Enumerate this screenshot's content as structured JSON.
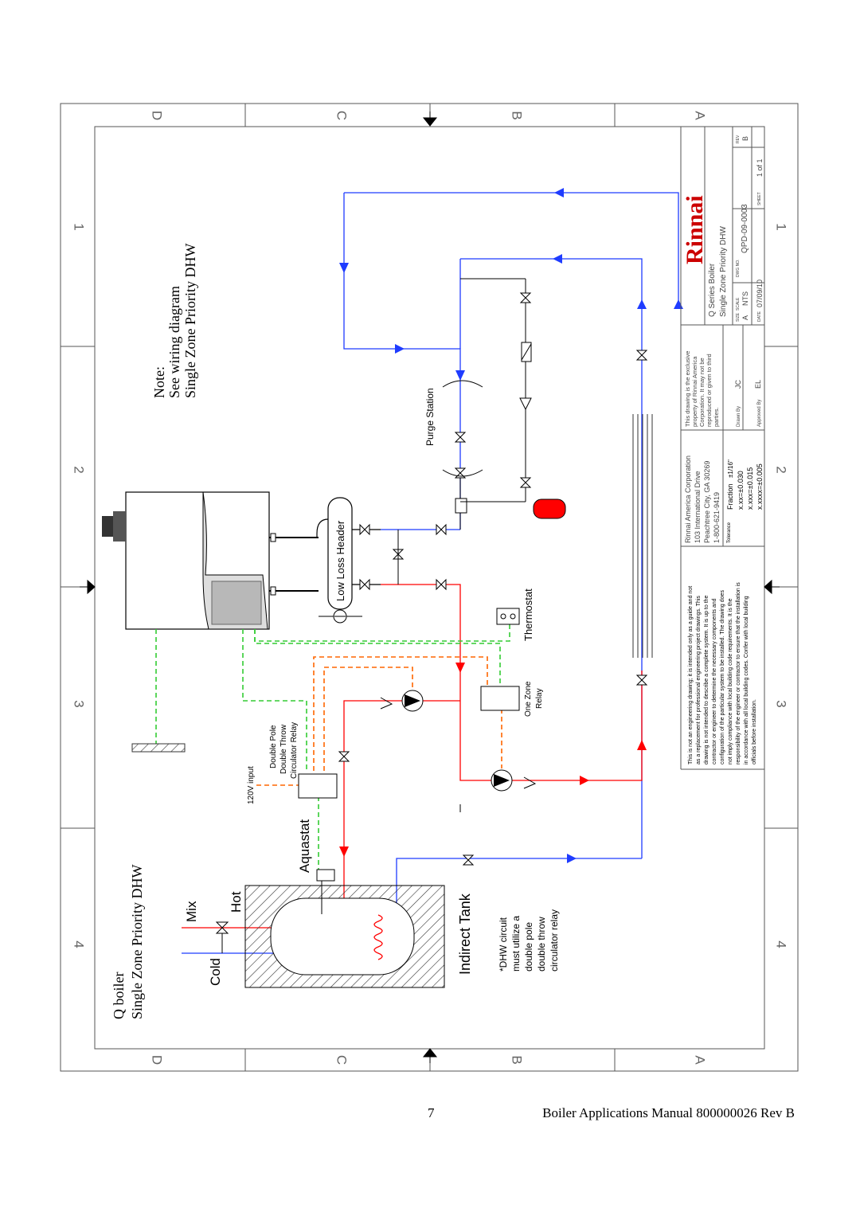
{
  "frame": {
    "zone_letters": [
      "D",
      "C",
      "B",
      "A"
    ],
    "zone_numbers": [
      "1",
      "2",
      "3",
      "4"
    ]
  },
  "titles": {
    "main_line1": "Q boiler",
    "main_line2": "Single Zone Priority DHW",
    "note_line1": "Note:",
    "note_line2": "See wiring diagram",
    "note_line3": "Single Zone Priority DHW"
  },
  "labels": {
    "mix": "Mix",
    "hot": "Hot",
    "cold": "Cold",
    "indirect_tank": "Indirect Tank",
    "aquastat": "Aquastat",
    "input_120v": "120V input",
    "relay_line1": "Double Pole",
    "relay_line2": "Double Throw",
    "relay_line3": "Circulator Relay",
    "low_loss_header": "Low Loss Header",
    "purge_station": "Purge Station",
    "thermostat": "Thermostat",
    "one_zone_line1": "One Zone",
    "one_zone_line2": "Relay",
    "dhw_note": [
      "*DHW circuit",
      "must utilize a",
      "double pole",
      "double throw",
      "circulator relay"
    ]
  },
  "title_block": {
    "disclaimer": [
      "This is not an engineering drawing; it is intended only as a guide and not",
      "as a replacement for professional engineering project drawings. This",
      "drawing is not intended to describe a complete system. It is up to the",
      "contractor or engineer to determine the necessary components and",
      "configuration of the particular system to be installed. The drawing does",
      "not imply compliance with local building code requirements. It is the",
      "responsibility of the engineer or contractor to ensure that the installation is",
      "in accordance with all local building codes. Confer with local building",
      "officials before installation."
    ],
    "company": [
      "Rinnai America Corporation",
      "103 International Drive",
      "Peachtree City, GA 30269",
      "1-800-621-9419"
    ],
    "tolerance_label": "Tolerance",
    "fraction_label": "Fraction",
    "fraction_value": "±1/16\"",
    "tol_xx": "x.xx=±0.030",
    "tol_xxx": "x.xxx=±0.015",
    "tol_xxxx": "x.xxxx=±0.005",
    "property": [
      "This drawing is the exclusive",
      "property of Rinnai America",
      "Corporation. It may not be",
      "reproduced or given to third",
      "parties."
    ],
    "drawn_by_label": "Drawn By",
    "drawn_by": "JC",
    "approved_by_label": "Approved By",
    "approved_by": "EL",
    "logo": "Rinnai",
    "drawing_title1": "Q Series Boiler",
    "drawing_title2": "Single Zone Priority DHW",
    "size_label": "SIZE",
    "size": "A",
    "scale_label": "SCALE",
    "scale": "NTS",
    "dwg_no_label": "DWG NO.",
    "dwg_no": "QPD-09-0003",
    "rev_label": "REV",
    "rev": "B",
    "date_label": "DATE",
    "date": "07/09/10",
    "sheet_label": "SHEET",
    "sheet": "1 of 1"
  },
  "colors": {
    "supply": "#ff0000",
    "return": "#1f3cff",
    "wiring_low_voltage": "#33cc33",
    "wiring_line_voltage": "#ff6600",
    "expansion_tank": "#ff0000"
  },
  "footer": {
    "page_number": "7",
    "manual_title": "Boiler Applications Manual 800000026 Rev B"
  }
}
